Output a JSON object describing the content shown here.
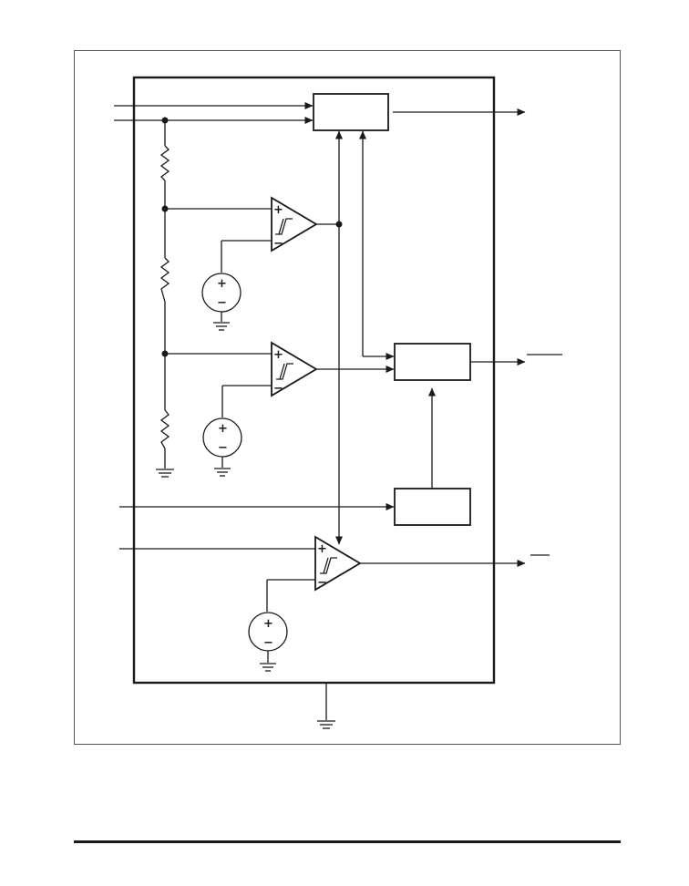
{
  "diagram": {
    "blocks": [
      "logic-block-top",
      "logic-block-middle",
      "logic-block-lower"
    ],
    "comparators": [
      {
        "name": "comparator-1",
        "plus": "+",
        "minus": "−",
        "type": "hysteresis"
      },
      {
        "name": "comparator-2",
        "plus": "+",
        "minus": "−",
        "type": "hysteresis"
      },
      {
        "name": "comparator-3",
        "plus": "+",
        "minus": "−",
        "type": "hysteresis"
      }
    ],
    "voltage_references": [
      {
        "name": "reference-1",
        "plus": "+",
        "minus": "−"
      },
      {
        "name": "reference-2",
        "plus": "+",
        "minus": "−"
      },
      {
        "name": "reference-3",
        "plus": "+",
        "minus": "−"
      }
    ],
    "symbols": {
      "hysteresis": "hysteresis-icon",
      "ground": "ground-icon",
      "resistor": "resistor-icon"
    }
  }
}
